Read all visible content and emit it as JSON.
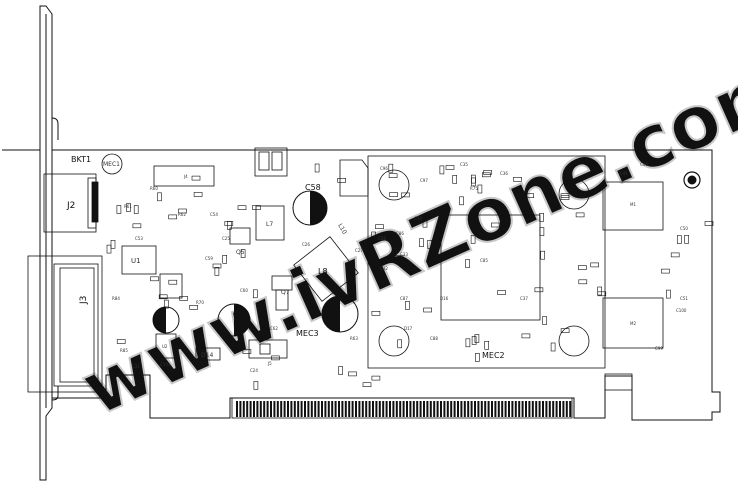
{
  "labels": {
    "bracket": "BKT1",
    "mec1": "MEC1",
    "mec2": "MEC2",
    "mec3": "MEC3",
    "j2": "J2",
    "j3": "J3",
    "j4": "J4",
    "j5": "J5",
    "u1": "U1",
    "c58": "C58",
    "l10": "L10",
    "l7": "L7",
    "l8": "L8",
    "q5": "Q5",
    "q7": "Q7",
    "d14": "D14",
    "u2": "U2",
    "m1": "M1",
    "m2": "M2"
  },
  "small_refs": [
    "C96",
    "C97",
    "R75",
    "C85",
    "C86",
    "C87",
    "C88",
    "C40",
    "C41",
    "C50",
    "C51",
    "C53",
    "C54",
    "C59",
    "C60",
    "C62",
    "R60",
    "R61",
    "R62",
    "R63",
    "R70",
    "R84",
    "R85",
    "C31",
    "C32",
    "C33",
    "C34",
    "C35",
    "C36",
    "C37",
    "D16",
    "D17",
    "C99",
    "C100",
    "C101",
    "C24",
    "C25",
    "C26",
    "C27",
    "C28"
  ],
  "watermark": "www.ivRZone.com",
  "colors": {
    "line": "#111111",
    "fill": "#000000",
    "watermark": "#c8c8c8",
    "paper": "#ffffff"
  }
}
